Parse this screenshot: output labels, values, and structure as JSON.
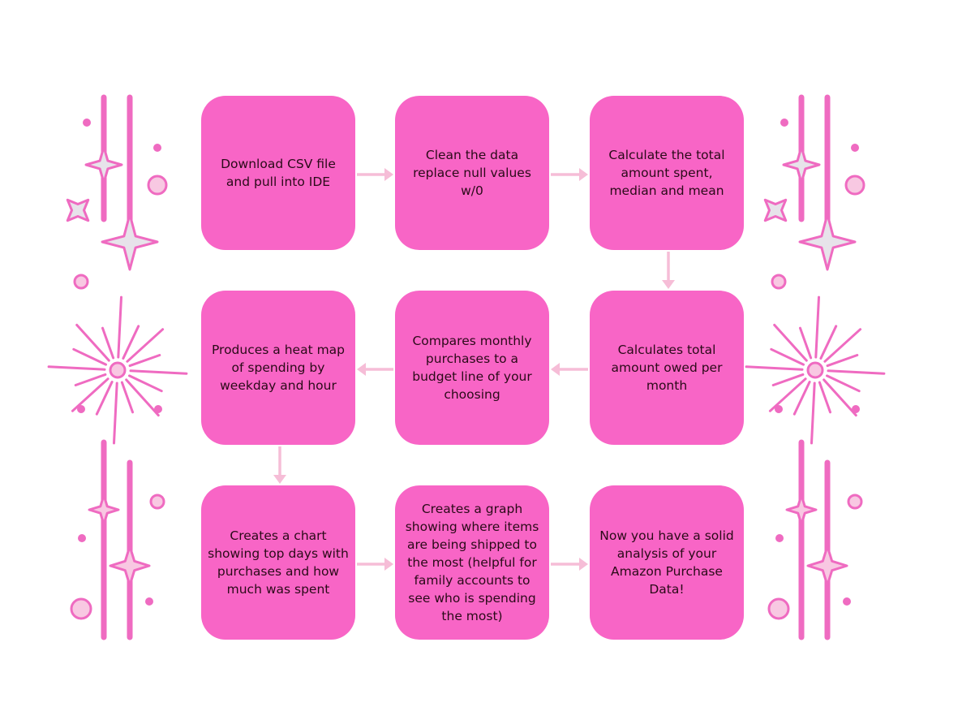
{
  "colors": {
    "box": "#f865c6",
    "arrow": "#f6bdd7",
    "deco_line": "#ef6bc1",
    "deco_fill": "#f8c8e2",
    "deco_star_fill": "#e7e3ea"
  },
  "steps": [
    {
      "id": "s1",
      "text": "Download CSV file and pull into IDE"
    },
    {
      "id": "s2",
      "text": "Clean the data replace null values w/0"
    },
    {
      "id": "s3",
      "text": "Calculate the total amount spent, median and mean"
    },
    {
      "id": "s4",
      "text": "Calculates total amount owed per month"
    },
    {
      "id": "s5",
      "text": "Compares monthly purchases to a budget line of your choosing"
    },
    {
      "id": "s6",
      "text": "Produces a heat map of spending by weekday and hour"
    },
    {
      "id": "s7",
      "text": "Creates a chart showing top days with purchases and how much was spent"
    },
    {
      "id": "s8",
      "text": "Creates a graph showing where items are being shipped to the most (helpful for family accounts to see who is spending the most)"
    },
    {
      "id": "s9",
      "text": "Now you have a solid analysis of your Amazon Purchase Data!"
    }
  ],
  "flow": [
    {
      "from": "s1",
      "to": "s2"
    },
    {
      "from": "s2",
      "to": "s3"
    },
    {
      "from": "s3",
      "to": "s4"
    },
    {
      "from": "s4",
      "to": "s5"
    },
    {
      "from": "s5",
      "to": "s6"
    },
    {
      "from": "s6",
      "to": "s7"
    },
    {
      "from": "s7",
      "to": "s8"
    },
    {
      "from": "s8",
      "to": "s9"
    }
  ]
}
